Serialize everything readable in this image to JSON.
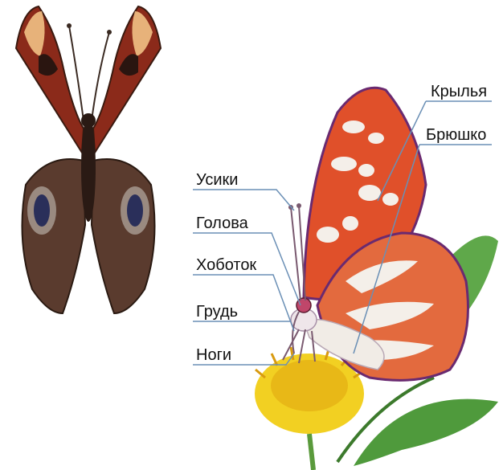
{
  "labels": {
    "wings": "Крылья",
    "abdomen": "Брюшко",
    "antennae": "Усики",
    "head": "Голова",
    "proboscis": "Хоботок",
    "thorax": "Грудь",
    "legs": "Ноги"
  },
  "colors": {
    "leader_line": "#6a8fb5",
    "peacock_wing": "#8b2a1a",
    "peacock_hindwing": "#5a3b2e",
    "eyespot": "#2a2f5a",
    "admiral_wing": "#e0502a",
    "stripe": "#f4efe9",
    "flower": "#f2d022",
    "leaf": "#5fa84a"
  }
}
